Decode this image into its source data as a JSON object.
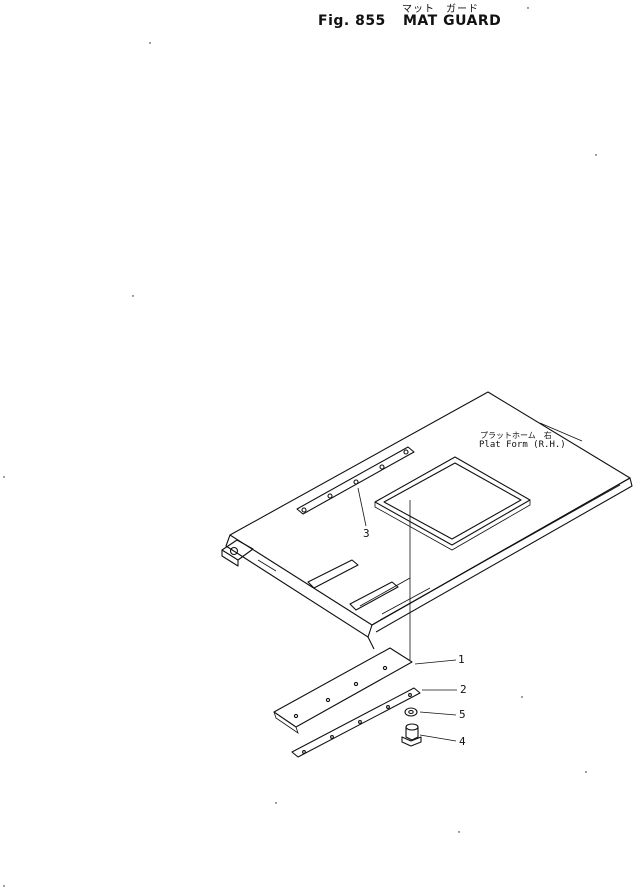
{
  "header": {
    "title_jp": "マット　ガード",
    "fig": "Fig. 855",
    "title": "MAT GUARD"
  },
  "platform_label": {
    "jp": "プラットホーム　右",
    "en": "Plat Form (R.H.)"
  },
  "callouts": [
    {
      "id": "1",
      "label": "1"
    },
    {
      "id": "2",
      "label": "2"
    },
    {
      "id": "3",
      "label": "3"
    },
    {
      "id": "4",
      "label": "4"
    },
    {
      "id": "5",
      "label": "5"
    }
  ]
}
